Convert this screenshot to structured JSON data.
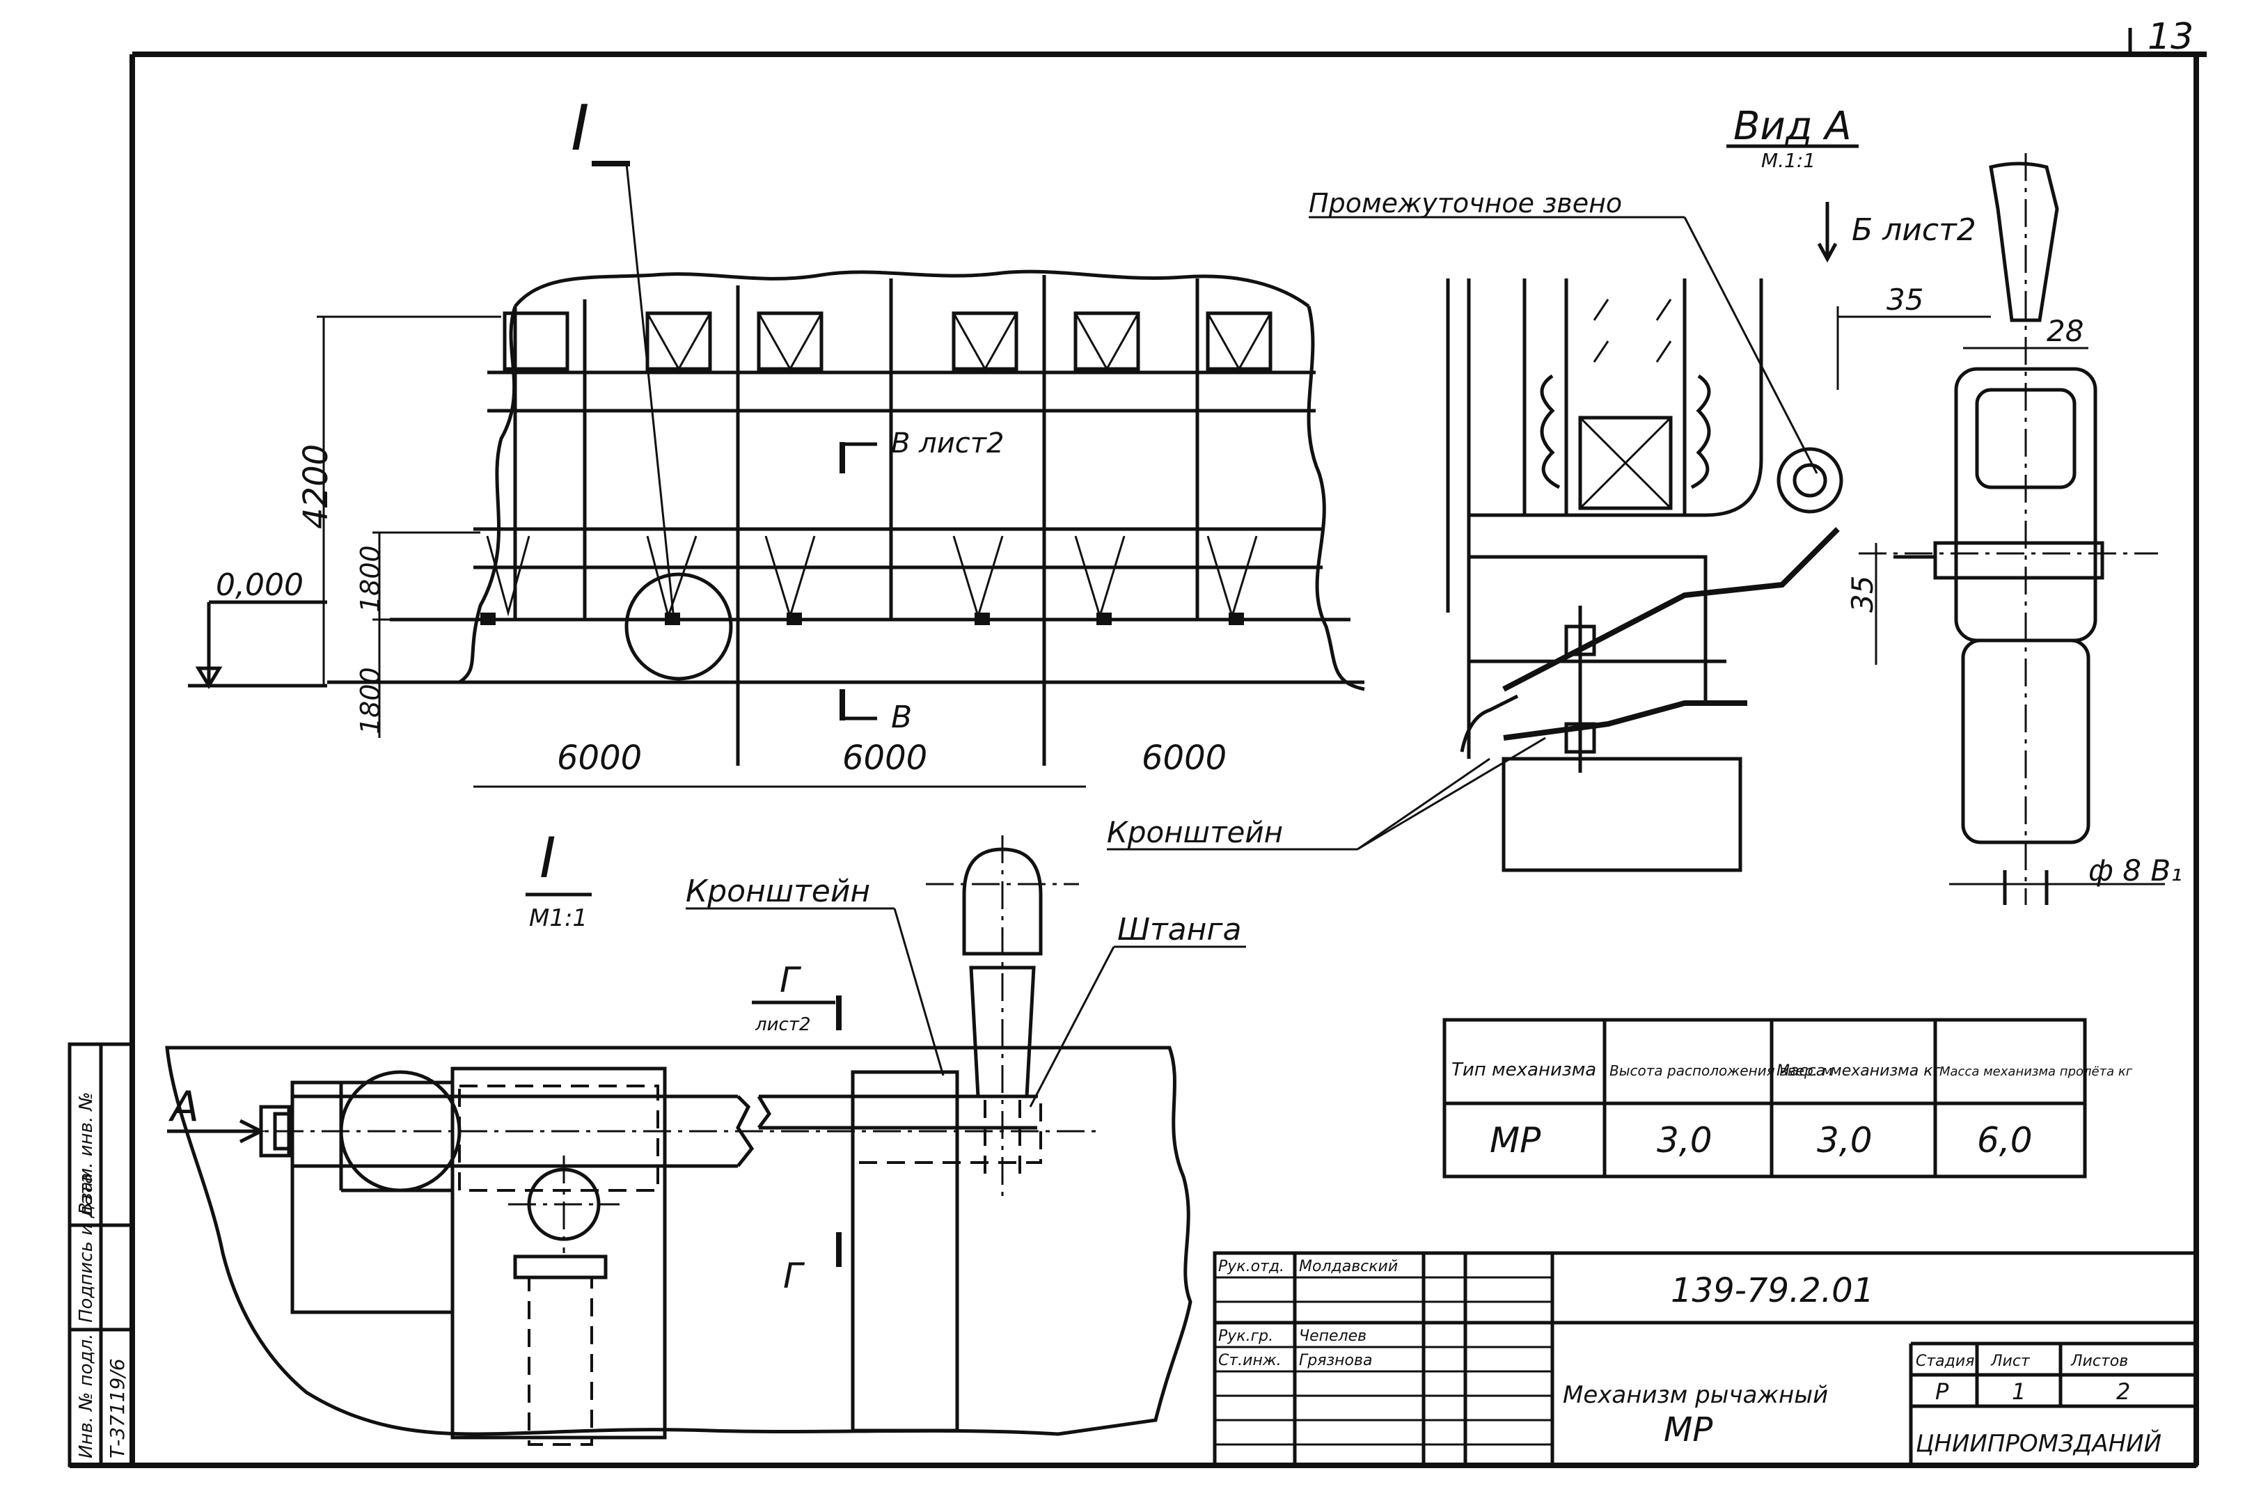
{
  "sheet": {
    "page_number": "13",
    "stamp_side": {
      "col1": "Инв. № подл.",
      "col2": "Подпись и дата",
      "col3": "Взам. инв. №",
      "doc_no": "Т-37119/6"
    }
  },
  "facade": {
    "section_mark": "I",
    "level_mark": "0,000",
    "dim_total_height": "4200",
    "dim_window_height": "1800",
    "dim_sill_height": "1800",
    "cut_mark_top": "В лист2",
    "cut_mark_bottom": "В",
    "bay_dims": [
      "6000",
      "6000",
      "6000"
    ]
  },
  "view_a": {
    "title": "Вид А",
    "scale": "М.1:1",
    "label_link": "Промежуточное звено",
    "label_bracket": "Кронштейн",
    "cut_mark": "Б лист2",
    "dim_offset": "35",
    "dim_width": "28",
    "dim_vertical": "35",
    "dim_diameter": "ф 8 В₁"
  },
  "detail_i": {
    "title": "I",
    "scale": "М1:1",
    "label_bracket": "Кронштейн",
    "label_rod": "Штанга",
    "view_arrow": "А",
    "cut_mark": "Г",
    "cut_ref": "лист2"
  },
  "spec_table": {
    "headers": [
      "Тип механизма",
      "Высота расположения ввер. м",
      "Масса механизма кг",
      "Масса механизма пролёта кг"
    ],
    "rows": [
      [
        "МР",
        "3,0",
        "3,0",
        "6,0"
      ]
    ]
  },
  "title_block": {
    "drawing_code": "139-79.2.01",
    "title_line1": "Механизм рычажный",
    "title_line2": "МР",
    "organization": "ЦНИИПРОМЗДАНИЙ",
    "stage_header": "Стадия",
    "sheet_header": "Лист",
    "sheets_header": "Листов",
    "stage": "Р",
    "sheet": "1",
    "sheets": "2",
    "staff": [
      {
        "role": "Рук.отд.",
        "name": "Молдавский"
      },
      {
        "role": "Рук.гр.",
        "name": "Чепелев"
      },
      {
        "role": "Ст.инж.",
        "name": "Грязнова"
      }
    ]
  }
}
